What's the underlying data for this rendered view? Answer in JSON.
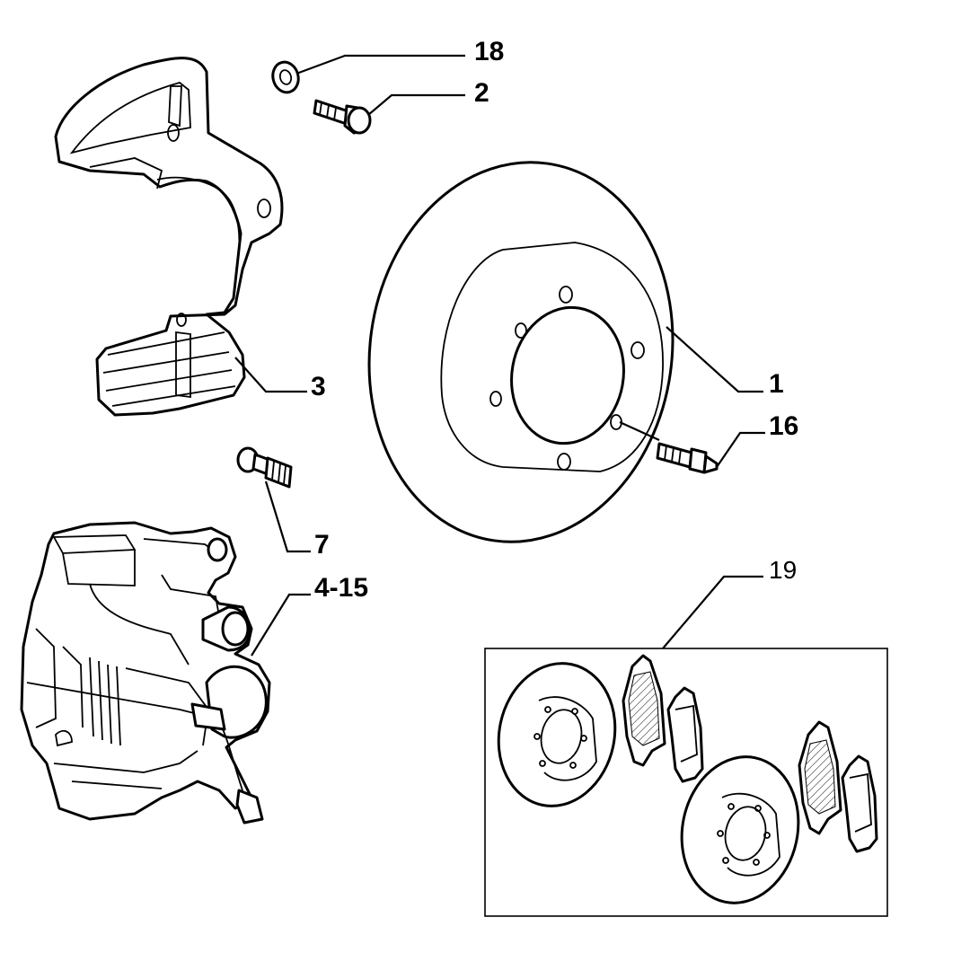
{
  "callouts": [
    {
      "id": "part-18",
      "text": "18"
    },
    {
      "id": "part-2",
      "text": "2"
    },
    {
      "id": "part-3",
      "text": "3"
    },
    {
      "id": "part-1",
      "text": "1"
    },
    {
      "id": "part-16",
      "text": "16"
    },
    {
      "id": "part-7",
      "text": "7"
    },
    {
      "id": "part-4-15",
      "text": "4-15"
    },
    {
      "id": "part-19",
      "text": "19"
    }
  ],
  "colors": {
    "ink": "#000000",
    "paper": "#ffffff"
  }
}
